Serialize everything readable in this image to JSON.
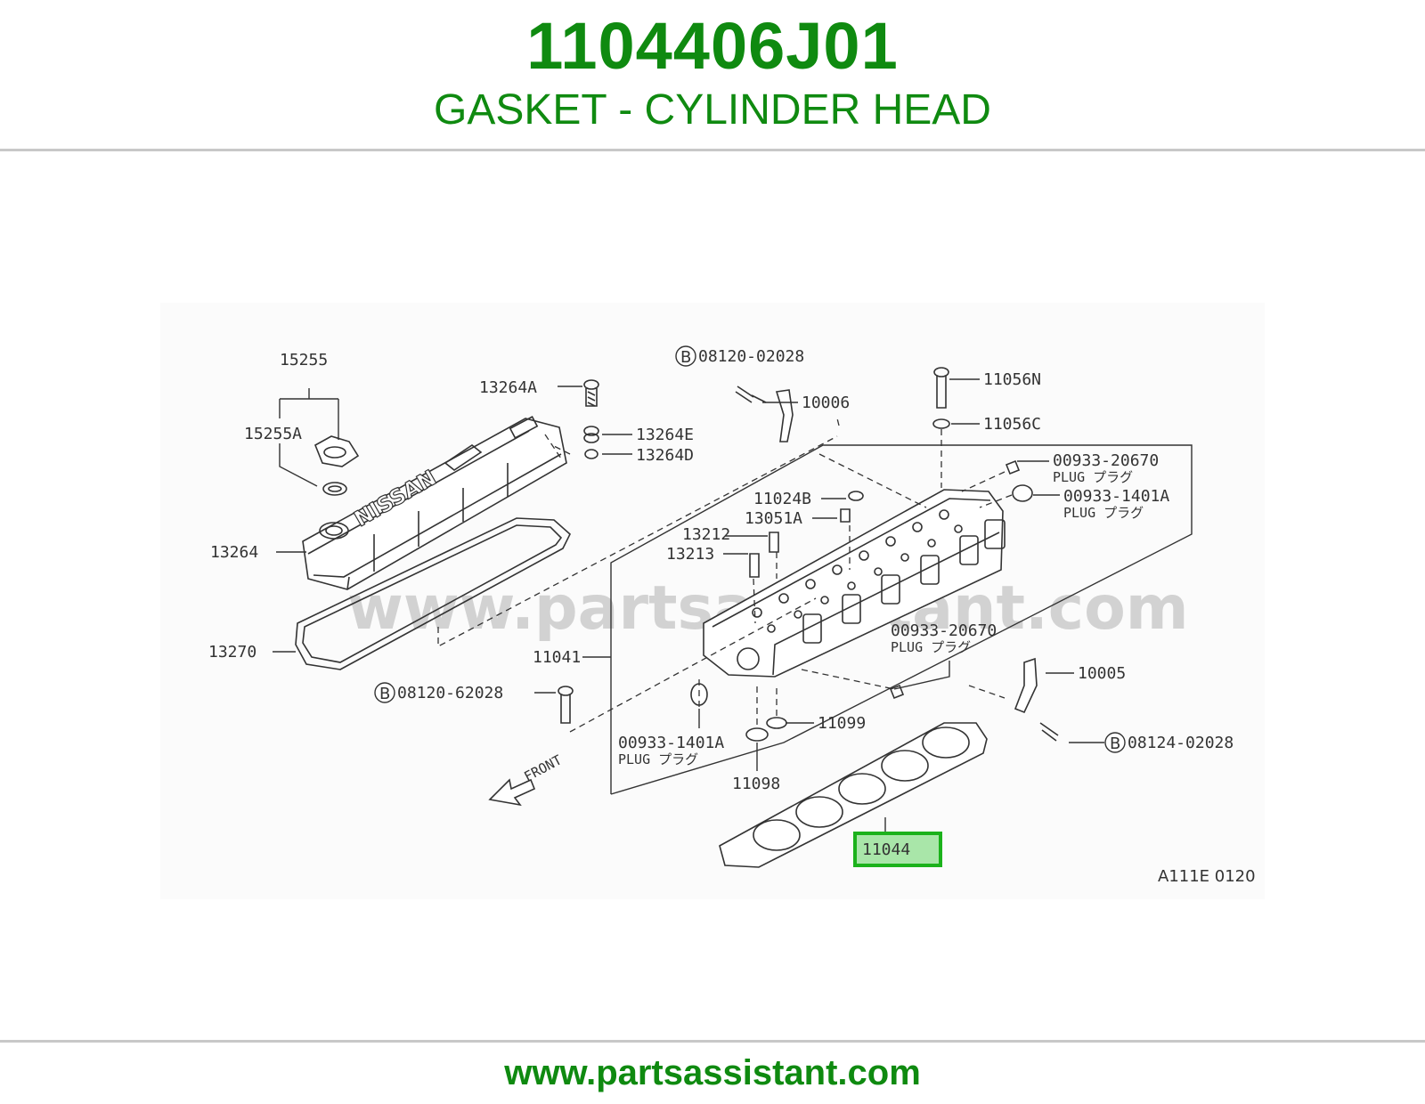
{
  "header": {
    "part_number": "1104406J01",
    "part_name": "GASKET - CYLINDER HEAD"
  },
  "diagram": {
    "watermark": "www.partsassistant.com",
    "front_label": "FRONT",
    "plug_label": "PLUG プラグ",
    "drawing_code": "A111E 0120",
    "circled_letter": "B",
    "highlight_color": "#1bb21b",
    "callouts": {
      "c15255": "15255",
      "c15255A": "15255A",
      "c13264": "13264",
      "c13270": "13270",
      "c13264A": "13264A",
      "c13264E": "13264E",
      "c13264D": "13264D",
      "c08120_02028": "08120-02028",
      "c10006": "10006",
      "c11056N": "11056N",
      "c11056C": "11056C",
      "c00933_20670_top": "00933-20670",
      "c00933_1401A_top": "00933-1401A",
      "c11024B": "11024B",
      "c13051A": "13051A",
      "c13212": "13212",
      "c13213": "13213",
      "c11041": "11041",
      "c00933_20670_mid": "00933-20670",
      "c10005": "10005",
      "c08120_62028": "08120-62028",
      "c11099": "11099",
      "c00933_1401A_bot": "00933-1401A",
      "c11098": "11098",
      "c08124_02028": "08124-02028",
      "c11044": "11044"
    }
  }
}
